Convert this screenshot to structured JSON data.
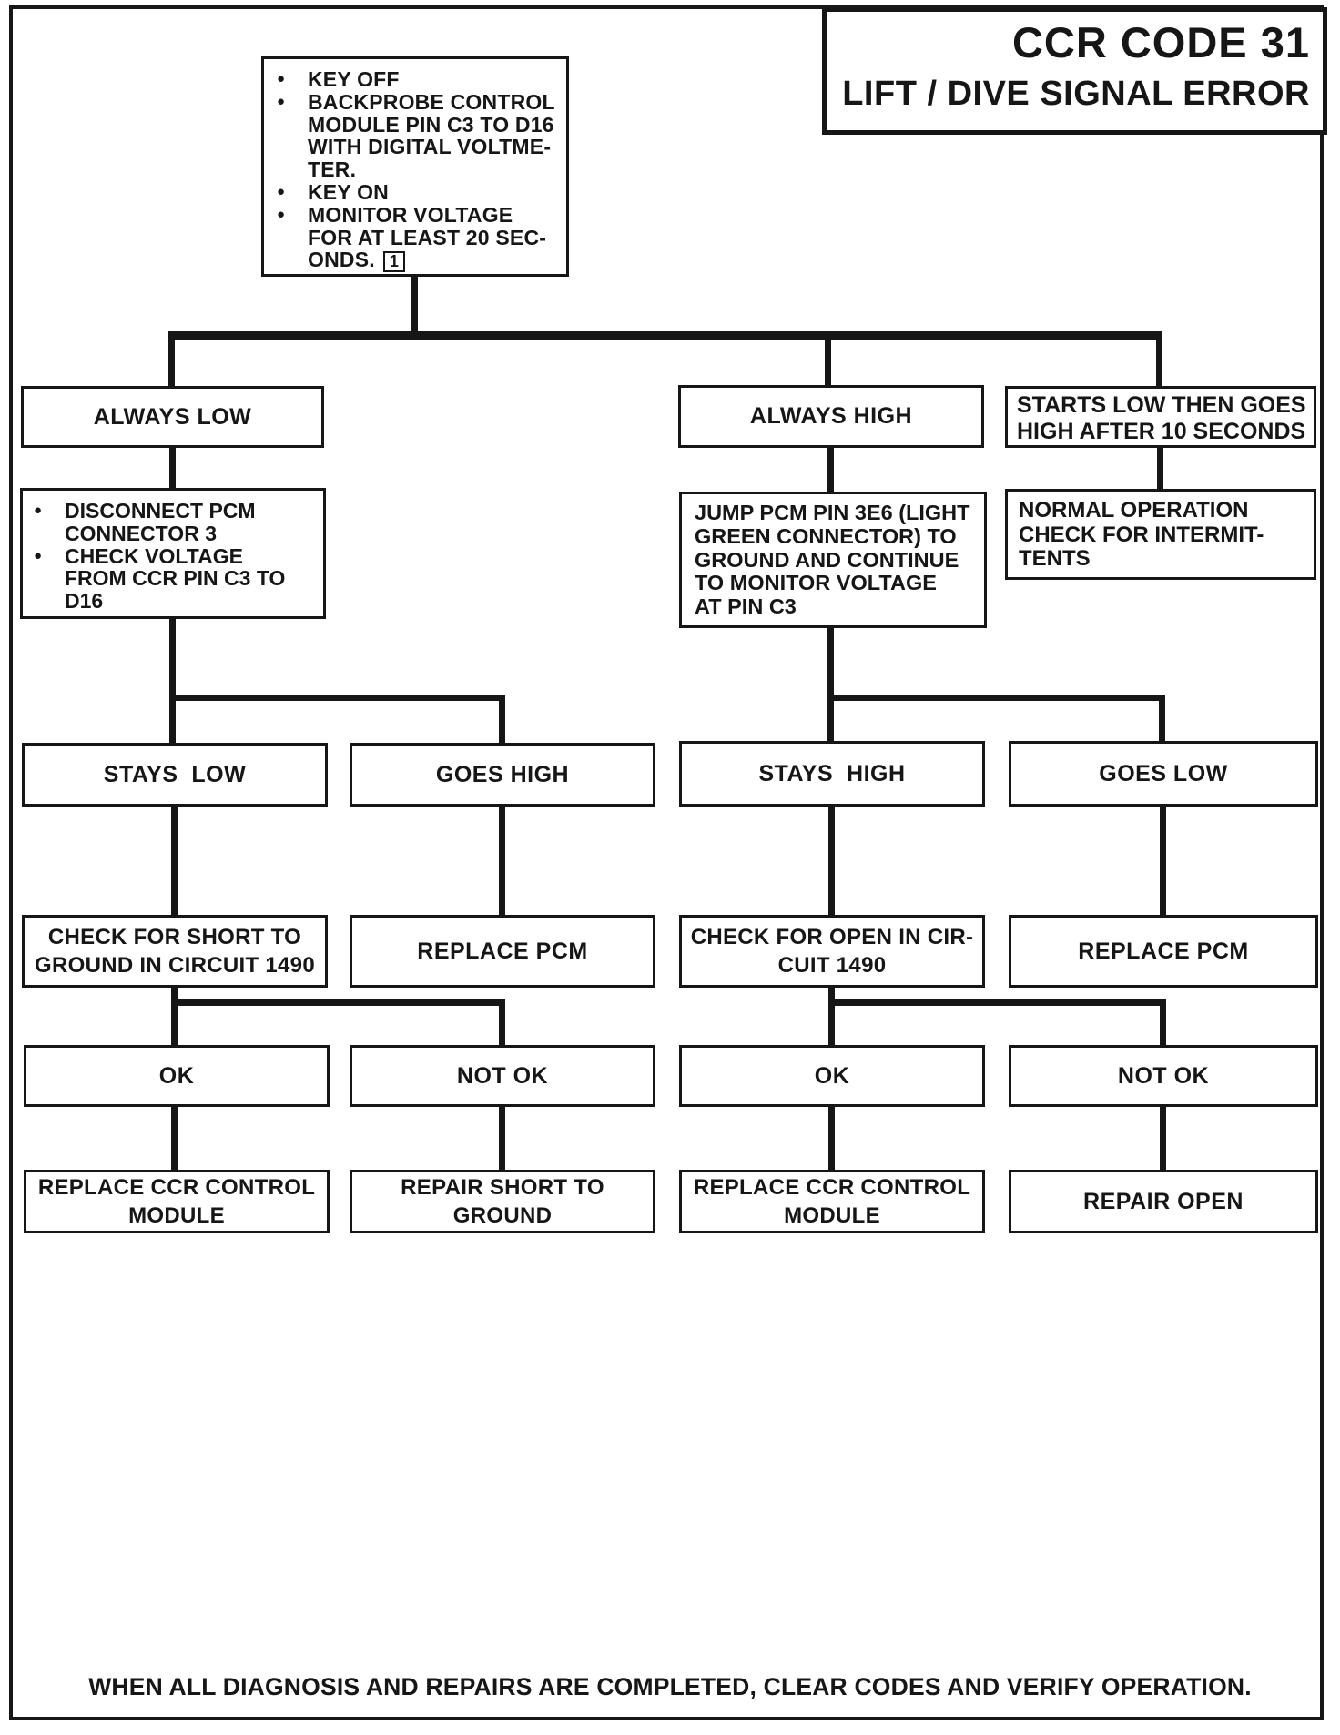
{
  "glyphs": {
    "bullet": "●"
  },
  "title": {
    "line1": "CCR CODE 31",
    "line2": "LIFT / DIVE SIGNAL ERROR"
  },
  "start": {
    "bullets": [
      {
        "lines": [
          "KEY OFF"
        ]
      },
      {
        "lines": [
          "BACKPROBE CONTROL",
          "MODULE PIN C3 TO D16",
          "WITH DIGITAL VOLTME-",
          "TER."
        ]
      },
      {
        "lines": [
          "KEY ON"
        ]
      },
      {
        "lines": [
          "MONITOR VOLTAGE",
          "FOR AT LEAST 20 SEC-",
          "ONDS."
        ]
      }
    ],
    "footnote_marker": "1"
  },
  "nodes": {
    "always_low": {
      "label": "ALWAYS LOW"
    },
    "always_high": {
      "label": "ALWAYS HIGH"
    },
    "starts_low": {
      "lines": [
        "STARTS LOW THEN GOES",
        "HIGH AFTER 10 SECONDS"
      ]
    },
    "disconnect": {
      "bullets": [
        {
          "lines": [
            "DISCONNECT PCM",
            "CONNECTOR 3"
          ]
        },
        {
          "lines": [
            "CHECK VOLTAGE",
            "FROM CCR PIN C3 TO",
            "D16"
          ]
        }
      ]
    },
    "jump": {
      "lines": [
        "JUMP PCM PIN 3E6 (LIGHT",
        "GREEN CONNECTOR) TO",
        "GROUND AND CONTINUE",
        "TO MONITOR VOLTAGE",
        "AT PIN C3"
      ]
    },
    "normal_operation": {
      "lines": [
        "NORMAL OPERATION",
        "CHECK FOR INTERMIT-",
        "TENTS"
      ]
    },
    "stays_low": {
      "label": "STAYS  LOW"
    },
    "goes_high": {
      "label": "GOES HIGH"
    },
    "stays_high": {
      "label": "STAYS  HIGH"
    },
    "goes_low": {
      "label": "GOES LOW"
    },
    "check_short": {
      "lines": [
        "CHECK FOR SHORT TO",
        "GROUND IN CIRCUIT 1490"
      ]
    },
    "replace_pcm_left": {
      "label": "REPLACE PCM"
    },
    "check_open": {
      "lines": [
        "CHECK FOR OPEN IN CIR-",
        "CUIT 1490"
      ]
    },
    "replace_pcm_right": {
      "label": "REPLACE PCM"
    },
    "ok_left": {
      "label": "OK"
    },
    "not_ok_left": {
      "label": "NOT OK"
    },
    "ok_right": {
      "label": "OK"
    },
    "not_ok_right": {
      "label": "NOT OK"
    },
    "replace_ccr_left": {
      "lines": [
        "REPLACE CCR CONTROL",
        "MODULE"
      ]
    },
    "repair_short": {
      "lines": [
        "REPAIR SHORT TO",
        "GROUND"
      ]
    },
    "replace_ccr_right": {
      "lines": [
        "REPLACE CCR CONTROL",
        "MODULE"
      ]
    },
    "repair_open": {
      "label": "REPAIR OPEN"
    }
  },
  "footer": {
    "text": "WHEN ALL DIAGNOSIS AND REPAIRS ARE COMPLETED, CLEAR CODES AND VERIFY OPERATION."
  },
  "colors": {
    "ink": "#161616",
    "paper": "#ffffff"
  }
}
